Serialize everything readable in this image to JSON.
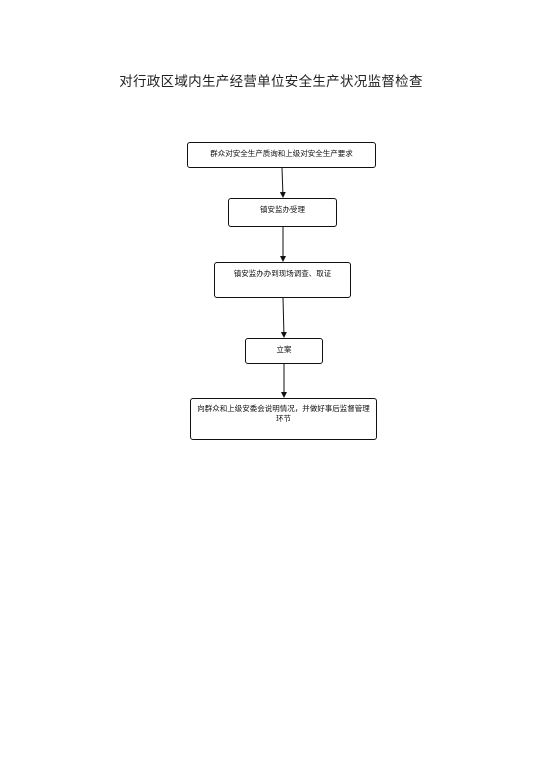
{
  "title": "对行政区域内生产经营单位安全生产状况监督检查",
  "nodes": [
    {
      "id": "n1",
      "text": "群众对安全生产质询和上级对安全生产要求"
    },
    {
      "id": "n2",
      "text": "镇安监办受理"
    },
    {
      "id": "n3",
      "text": "镇安监办办到现场调查、取证"
    },
    {
      "id": "n4",
      "text": "立案"
    },
    {
      "id": "n5",
      "text": "向群众和上级安委会说明情况，并做好事后监督管理环节"
    }
  ],
  "edges": [
    {
      "from": "n1",
      "to": "n2"
    },
    {
      "from": "n2",
      "to": "n3"
    },
    {
      "from": "n3",
      "to": "n4"
    },
    {
      "from": "n4",
      "to": "n5"
    }
  ]
}
